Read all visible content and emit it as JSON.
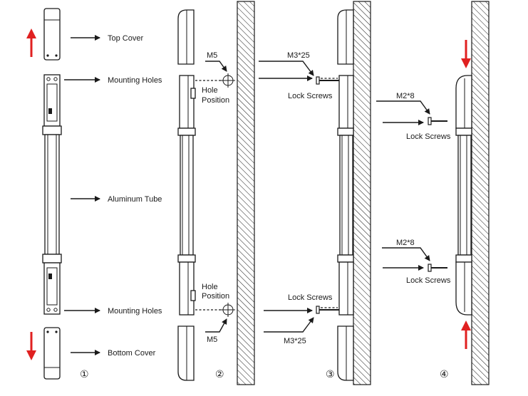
{
  "labels": {
    "top_cover": "Top Cover",
    "mounting_holes_top": "Mounting Holes",
    "aluminum_tube": "Aluminum Tube",
    "mounting_holes_bottom": "Mounting Holes",
    "bottom_cover": "Bottom Cover",
    "m5_top": "M5",
    "m5_bottom": "M5",
    "hole_top_1": "Hole",
    "hole_top_2": "Position",
    "hole_bottom_1": "Hole",
    "hole_bottom_2": "Position",
    "m3_top": "M3*25",
    "m3_bottom": "M3*25",
    "lock_screws_3_top": "Lock Screws",
    "lock_screws_3_bottom": "Lock Screws",
    "m2_top": "M2*8",
    "m2_bottom": "M2*8",
    "lock_screws_4_top": "Lock Screws",
    "lock_screws_4_bottom": "Lock Screws"
  },
  "steps": [
    "①",
    "②",
    "③",
    "④"
  ],
  "colors": {
    "arrow_red": "#e02020",
    "line": "#1a1a1a"
  }
}
